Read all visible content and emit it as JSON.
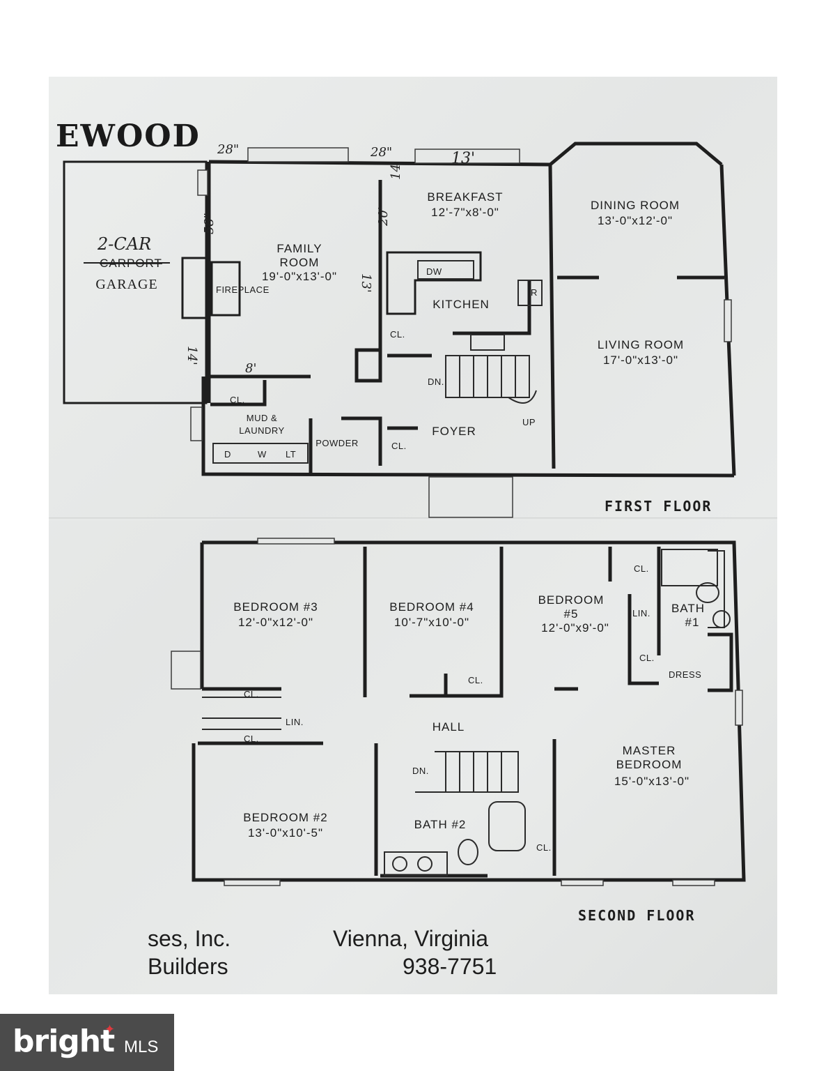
{
  "title": "EWOOD",
  "first_floor": {
    "heading": "FIRST FLOOR",
    "rooms": {
      "breakfast": {
        "name": "BREAKFAST",
        "size": "12'-7\"x8'-0\""
      },
      "dining": {
        "name": "DINING ROOM",
        "size": "13'-0\"x12'-0\""
      },
      "family": {
        "name1": "FAMILY",
        "name2": "ROOM",
        "size": "19'-0\"x13'-0\""
      },
      "kitchen": {
        "name": "KITCHEN"
      },
      "living": {
        "name": "LIVING ROOM",
        "size": "17'-0\"x13'-0\""
      },
      "foyer": {
        "name": "FOYER"
      },
      "mud": {
        "name1": "MUD &",
        "name2": "LAUNDRY"
      },
      "powder": {
        "name": "POWDER"
      },
      "garage": {
        "printed": "CARPORT",
        "typed": "GARAGE"
      }
    },
    "labels": {
      "fireplace": "FIREPLACE",
      "dw": "DW",
      "r": "R",
      "cl": "CL.",
      "dn": "DN.",
      "up": "UP",
      "d": "D",
      "w": "W",
      "lt": "LT"
    },
    "handwritten": {
      "car": "2-CAR",
      "d1": "28\"",
      "d2": "28\"",
      "d3": "13'",
      "d4": "58\"",
      "d5": "14'",
      "d6": "20'",
      "d7": "13'",
      "d8": "8'",
      "d9": "14'"
    }
  },
  "second_floor": {
    "heading": "SECOND FLOOR",
    "rooms": {
      "bed3": {
        "name": "BEDROOM #3",
        "size": "12'-0\"x12'-0\""
      },
      "bed4": {
        "name": "BEDROOM #4",
        "size": "10'-7\"x10'-0\""
      },
      "bed5": {
        "name1": "BEDROOM",
        "name2": "#5",
        "size": "12'-0\"x9'-0\""
      },
      "bath1": {
        "name1": "BATH",
        "name2": "#1"
      },
      "bed2": {
        "name": "BEDROOM #2",
        "size": "13'-0\"x10'-5\""
      },
      "bath2": {
        "name": "BATH #2"
      },
      "master": {
        "name1": "MASTER",
        "name2": "BEDROOM",
        "size": "15'-0\"x13'-0\""
      },
      "hall": {
        "name": "HALL"
      }
    },
    "labels": {
      "cl": "CL.",
      "lin": "LIN.",
      "dress": "DRESS",
      "dn": "DN."
    }
  },
  "footer": {
    "company_line1": "ses, Inc.",
    "company_line2": "Builders",
    "city": "Vienna, Virginia",
    "phone": "938-7751"
  },
  "watermark": {
    "brand": "bright",
    "suffix": "MLS"
  }
}
